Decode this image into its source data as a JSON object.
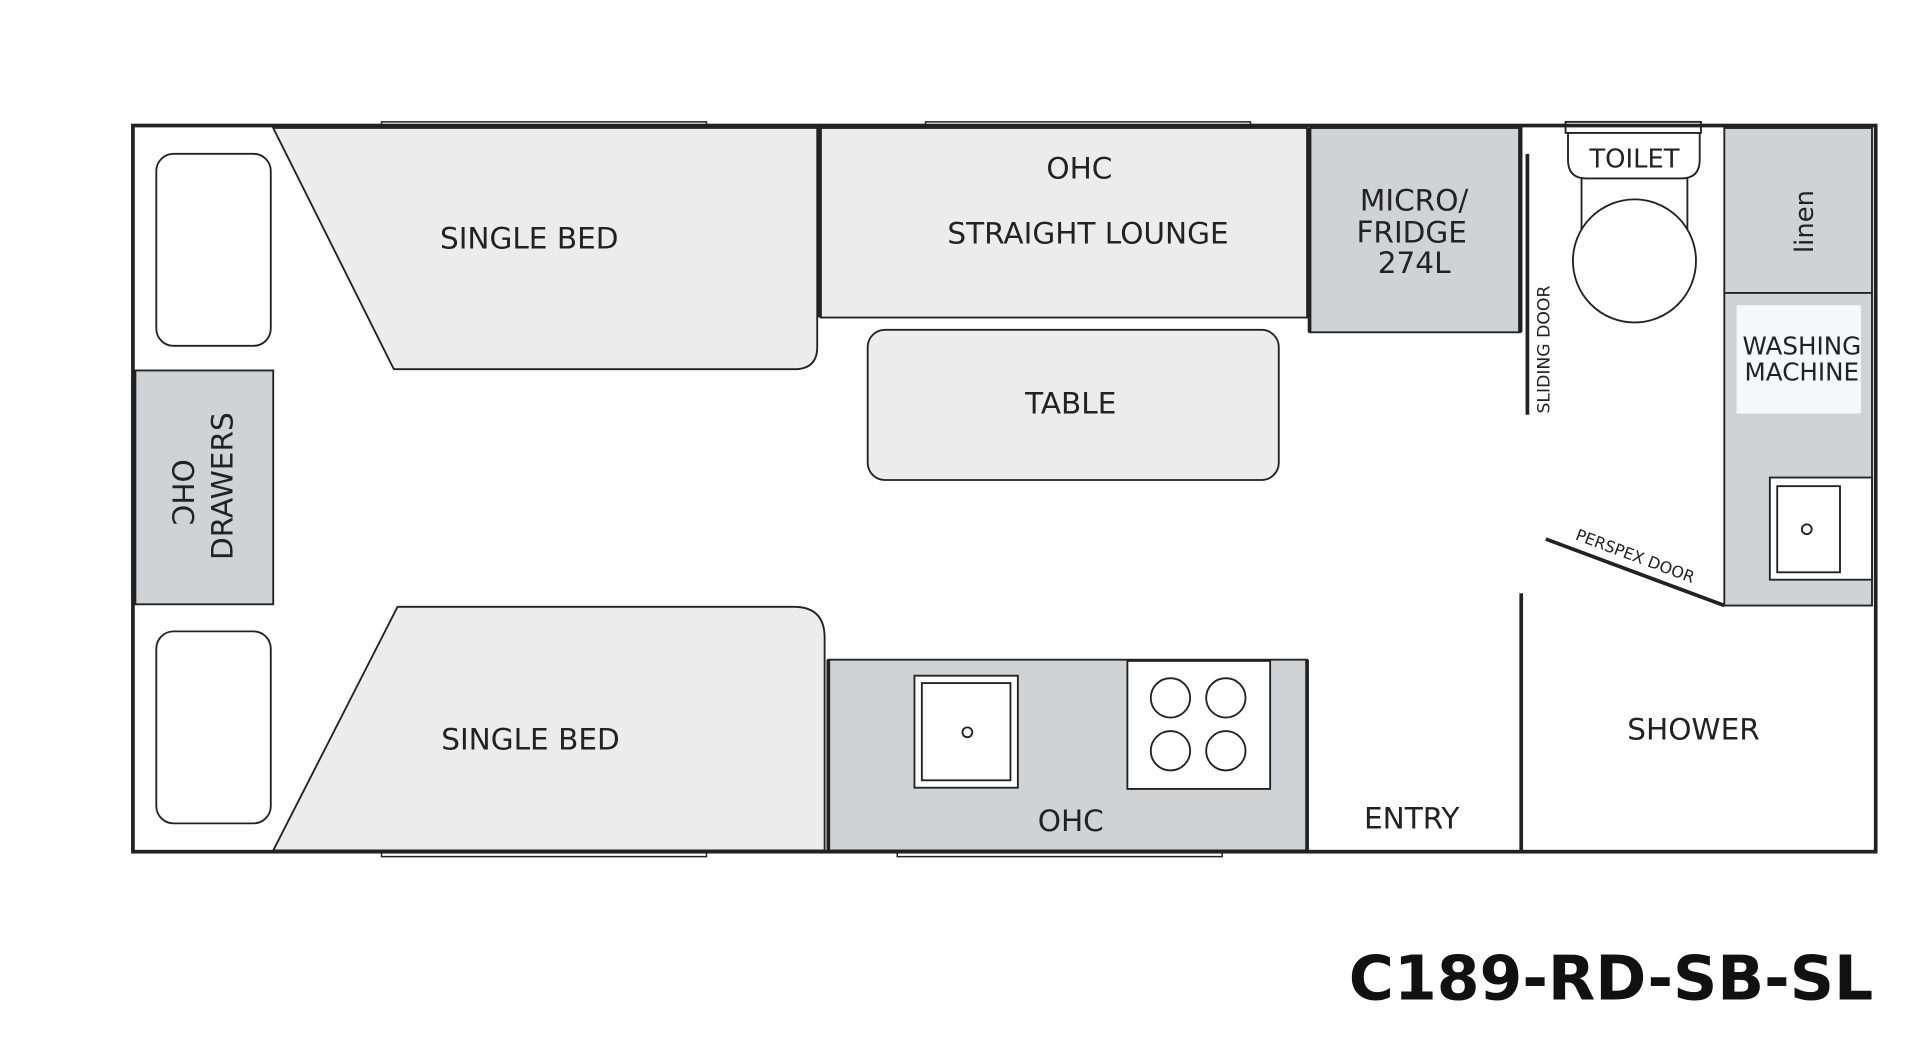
{
  "rooms": {
    "bed_top": "SINGLE BED",
    "bed_bottom": "SINGLE BED",
    "ohc_left": "OHC",
    "drawers": "DRAWERS",
    "lounge_ohc": "OHC",
    "lounge": "STRAIGHT LOUNGE",
    "table": "TABLE",
    "fridge_line1": "MICRO/",
    "fridge_line2": "FRIDGE",
    "fridge_line3": "274L",
    "kitchen_ohc": "OHC",
    "entry": "ENTRY",
    "sliding_door": "SLIDING DOOR",
    "toilet": "TOILET",
    "linen": "linen",
    "washing_line1": "WASHING",
    "washing_line2": "MACHINE",
    "perspex_door": "PERSPEX DOOR",
    "shower": "SHOWER"
  },
  "model_code": "C189-RD-SB-SL"
}
